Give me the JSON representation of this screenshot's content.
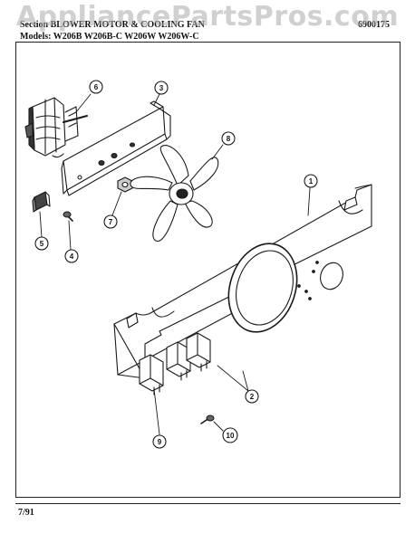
{
  "watermark": "AppliancePartsPros.com",
  "header": {
    "section_line": "Section  BLOWER MOTOR & COOLING FAN",
    "models_line": "Models:  W206B  W206B-C  W206W  W206W-C",
    "doc_number": "6900175"
  },
  "footer": {
    "date": "7/91"
  },
  "callouts": [
    "1",
    "2",
    "3",
    "4",
    "5",
    "6",
    "7",
    "8",
    "9",
    "10"
  ],
  "colors": {
    "line": "#1a1a1a",
    "watermark": "#aaaaaa"
  }
}
